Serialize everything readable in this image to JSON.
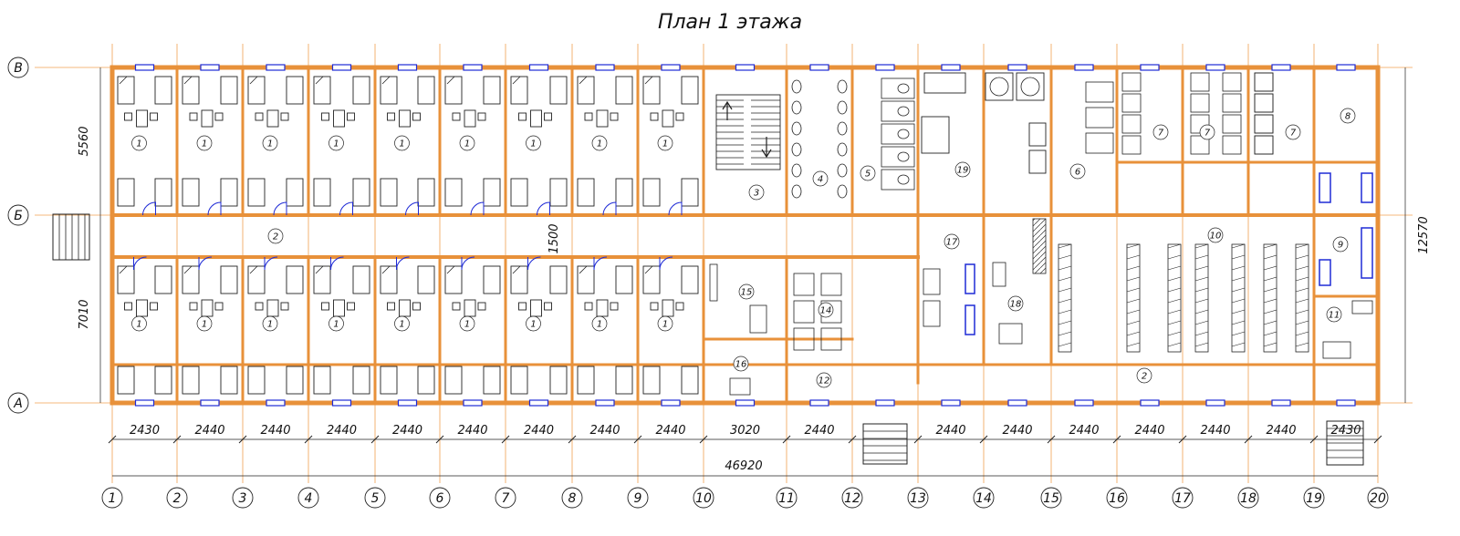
{
  "title": "План 1 этажа",
  "row_axes": [
    "В",
    "Б",
    "А"
  ],
  "column_axes": [
    "1",
    "2",
    "3",
    "4",
    "5",
    "6",
    "7",
    "8",
    "9",
    "10",
    "11",
    "12",
    "13",
    "14",
    "15",
    "16",
    "17",
    "18",
    "19",
    "20"
  ],
  "bottom_dimensions": [
    "2430",
    "2440",
    "2440",
    "2440",
    "2440",
    "2440",
    "2440",
    "2440",
    "2440",
    "3020",
    "2440",
    "2440",
    "2440",
    "2440",
    "2440",
    "2440",
    "2440",
    "2430"
  ],
  "total_dimension": "46920",
  "left_dimensions": [
    "5560",
    "7010"
  ],
  "right_dimension": "12570",
  "corridor_dimension": "1500",
  "rooms": {
    "bedroom": "1",
    "corridor": "2",
    "stair": "3",
    "r4": "4",
    "r5": "5",
    "r6": "6",
    "r7": "7",
    "r8": "8",
    "r9": "9",
    "r10": "10",
    "r11": "11",
    "r12": "12",
    "r14": "14",
    "r15": "15",
    "r16": "16",
    "r17": "17",
    "r18": "18",
    "r19": "19"
  }
}
